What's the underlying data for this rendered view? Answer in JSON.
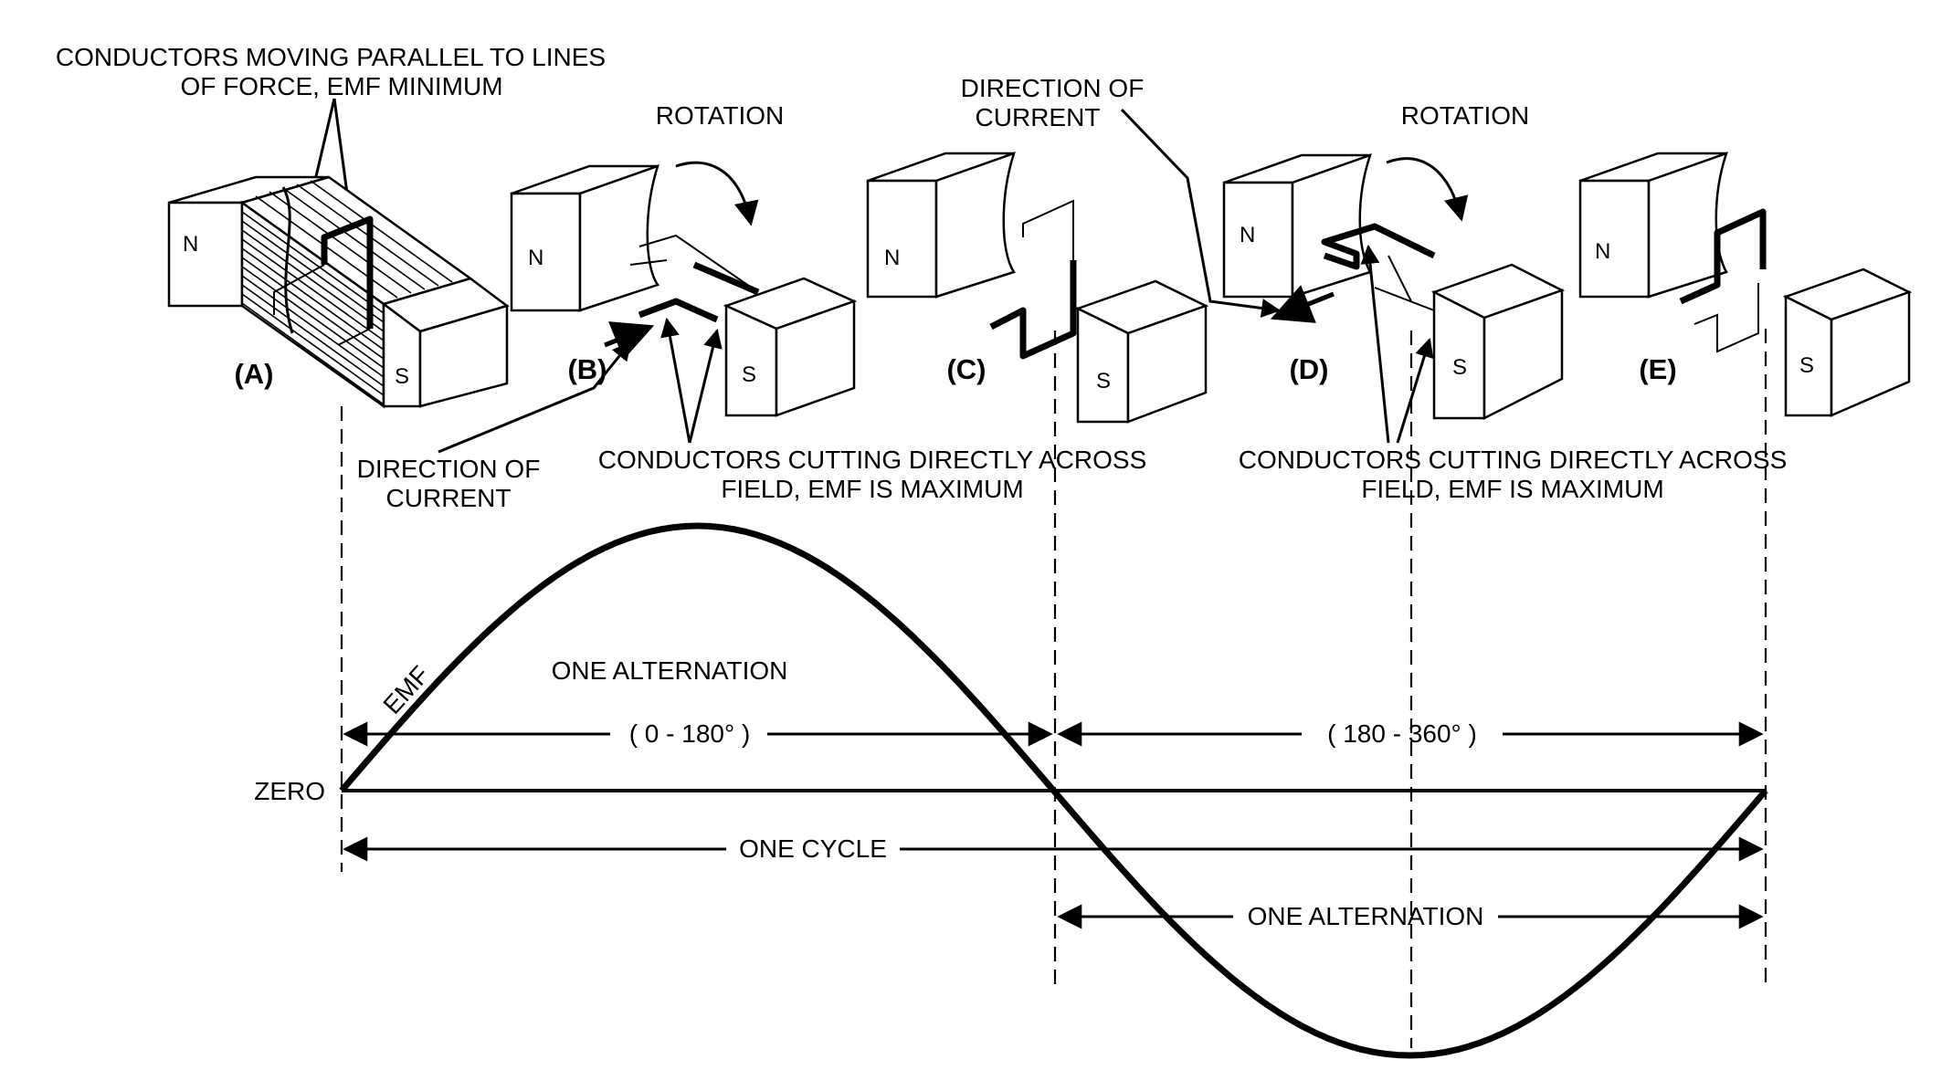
{
  "labels": {
    "parallel_note_line1": "CONDUCTORS MOVING PARALLEL TO LINES",
    "parallel_note_line2": "OF FORCE, EMF MINIMUM",
    "rotation_left": "ROTATION",
    "rotation_right": "ROTATION",
    "direction_current_top_line1": "DIRECTION OF",
    "direction_current_top_line2": "CURRENT",
    "direction_current_left_line1": "DIRECTION OF",
    "direction_current_left_line2": "CURRENT",
    "cutting_left_line1": "CONDUCTORS CUTTING DIRECTLY ACROSS",
    "cutting_left_line2": "FIELD, EMF IS MAXIMUM",
    "cutting_right_line1": "CONDUCTORS CUTTING DIRECTLY ACROSS",
    "cutting_right_line2": "FIELD, EMF IS MAXIMUM",
    "emf": "EMF",
    "zero": "ZERO",
    "one_alternation_top": "ONE ALTERNATION",
    "range_first": "( 0 - 180° )",
    "range_second": "( 180 - 360° )",
    "one_cycle": "ONE CYCLE",
    "one_alternation_bottom": "ONE ALTERNATION"
  },
  "panels": [
    {
      "id": "A",
      "label": "(A)",
      "north": "N",
      "south": "S"
    },
    {
      "id": "B",
      "label": "(B)",
      "north": "N",
      "south": "S"
    },
    {
      "id": "C",
      "label": "(C)",
      "north": "N",
      "south": "S"
    },
    {
      "id": "D",
      "label": "(D)",
      "north": "N",
      "south": "S"
    },
    {
      "id": "E",
      "label": "(E)",
      "north": "N",
      "south": "S"
    }
  ],
  "chart_data": {
    "type": "line",
    "series": [
      {
        "x": [
          0,
          45,
          90,
          135,
          180,
          225,
          270,
          315,
          360
        ],
        "values": [
          0,
          0.707,
          1,
          0.707,
          0,
          -0.707,
          -1,
          -0.707,
          0
        ]
      }
    ]
  }
}
